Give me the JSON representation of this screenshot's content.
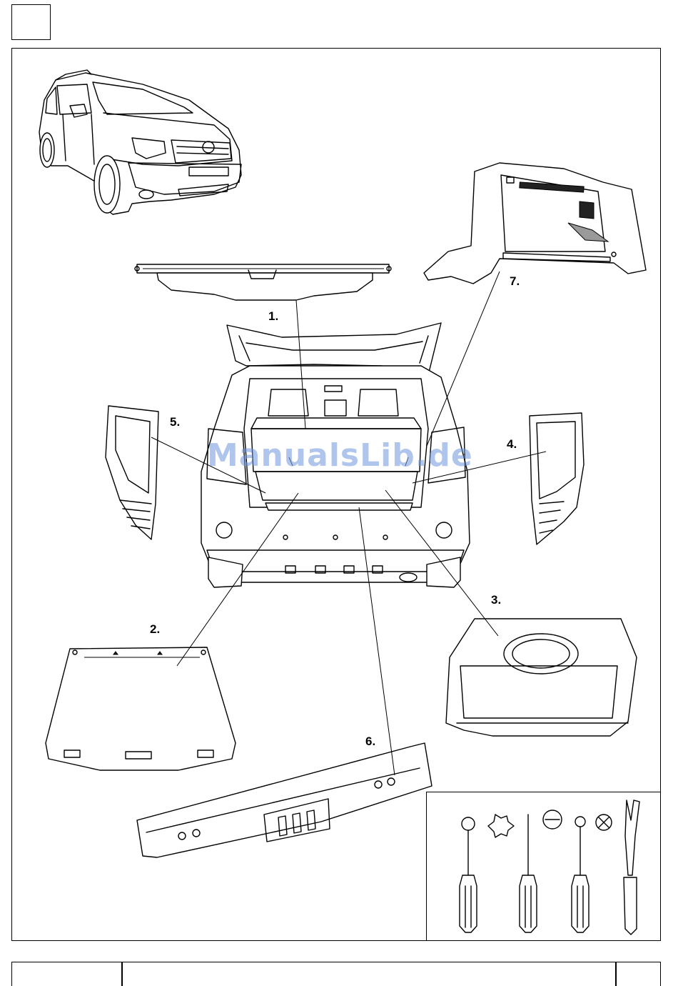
{
  "page": {
    "watermark": "ManualsLib.de"
  },
  "parts": [
    {
      "num": "1.",
      "name": "luggage-cover"
    },
    {
      "num": "2.",
      "name": "load-floor-panel"
    },
    {
      "num": "3.",
      "name": "storage-tray"
    },
    {
      "num": "4.",
      "name": "right-side-cover"
    },
    {
      "num": "5.",
      "name": "left-side-cover"
    },
    {
      "num": "6.",
      "name": "sill-trim"
    },
    {
      "num": "7.",
      "name": "side-trim-panel"
    }
  ],
  "tools": [
    {
      "icon": "torx-screwdriver-icon"
    },
    {
      "icon": "flat-screwdriver-icon"
    },
    {
      "icon": "phillips-screwdriver-icon"
    },
    {
      "icon": "trim-removal-tool-icon"
    }
  ]
}
